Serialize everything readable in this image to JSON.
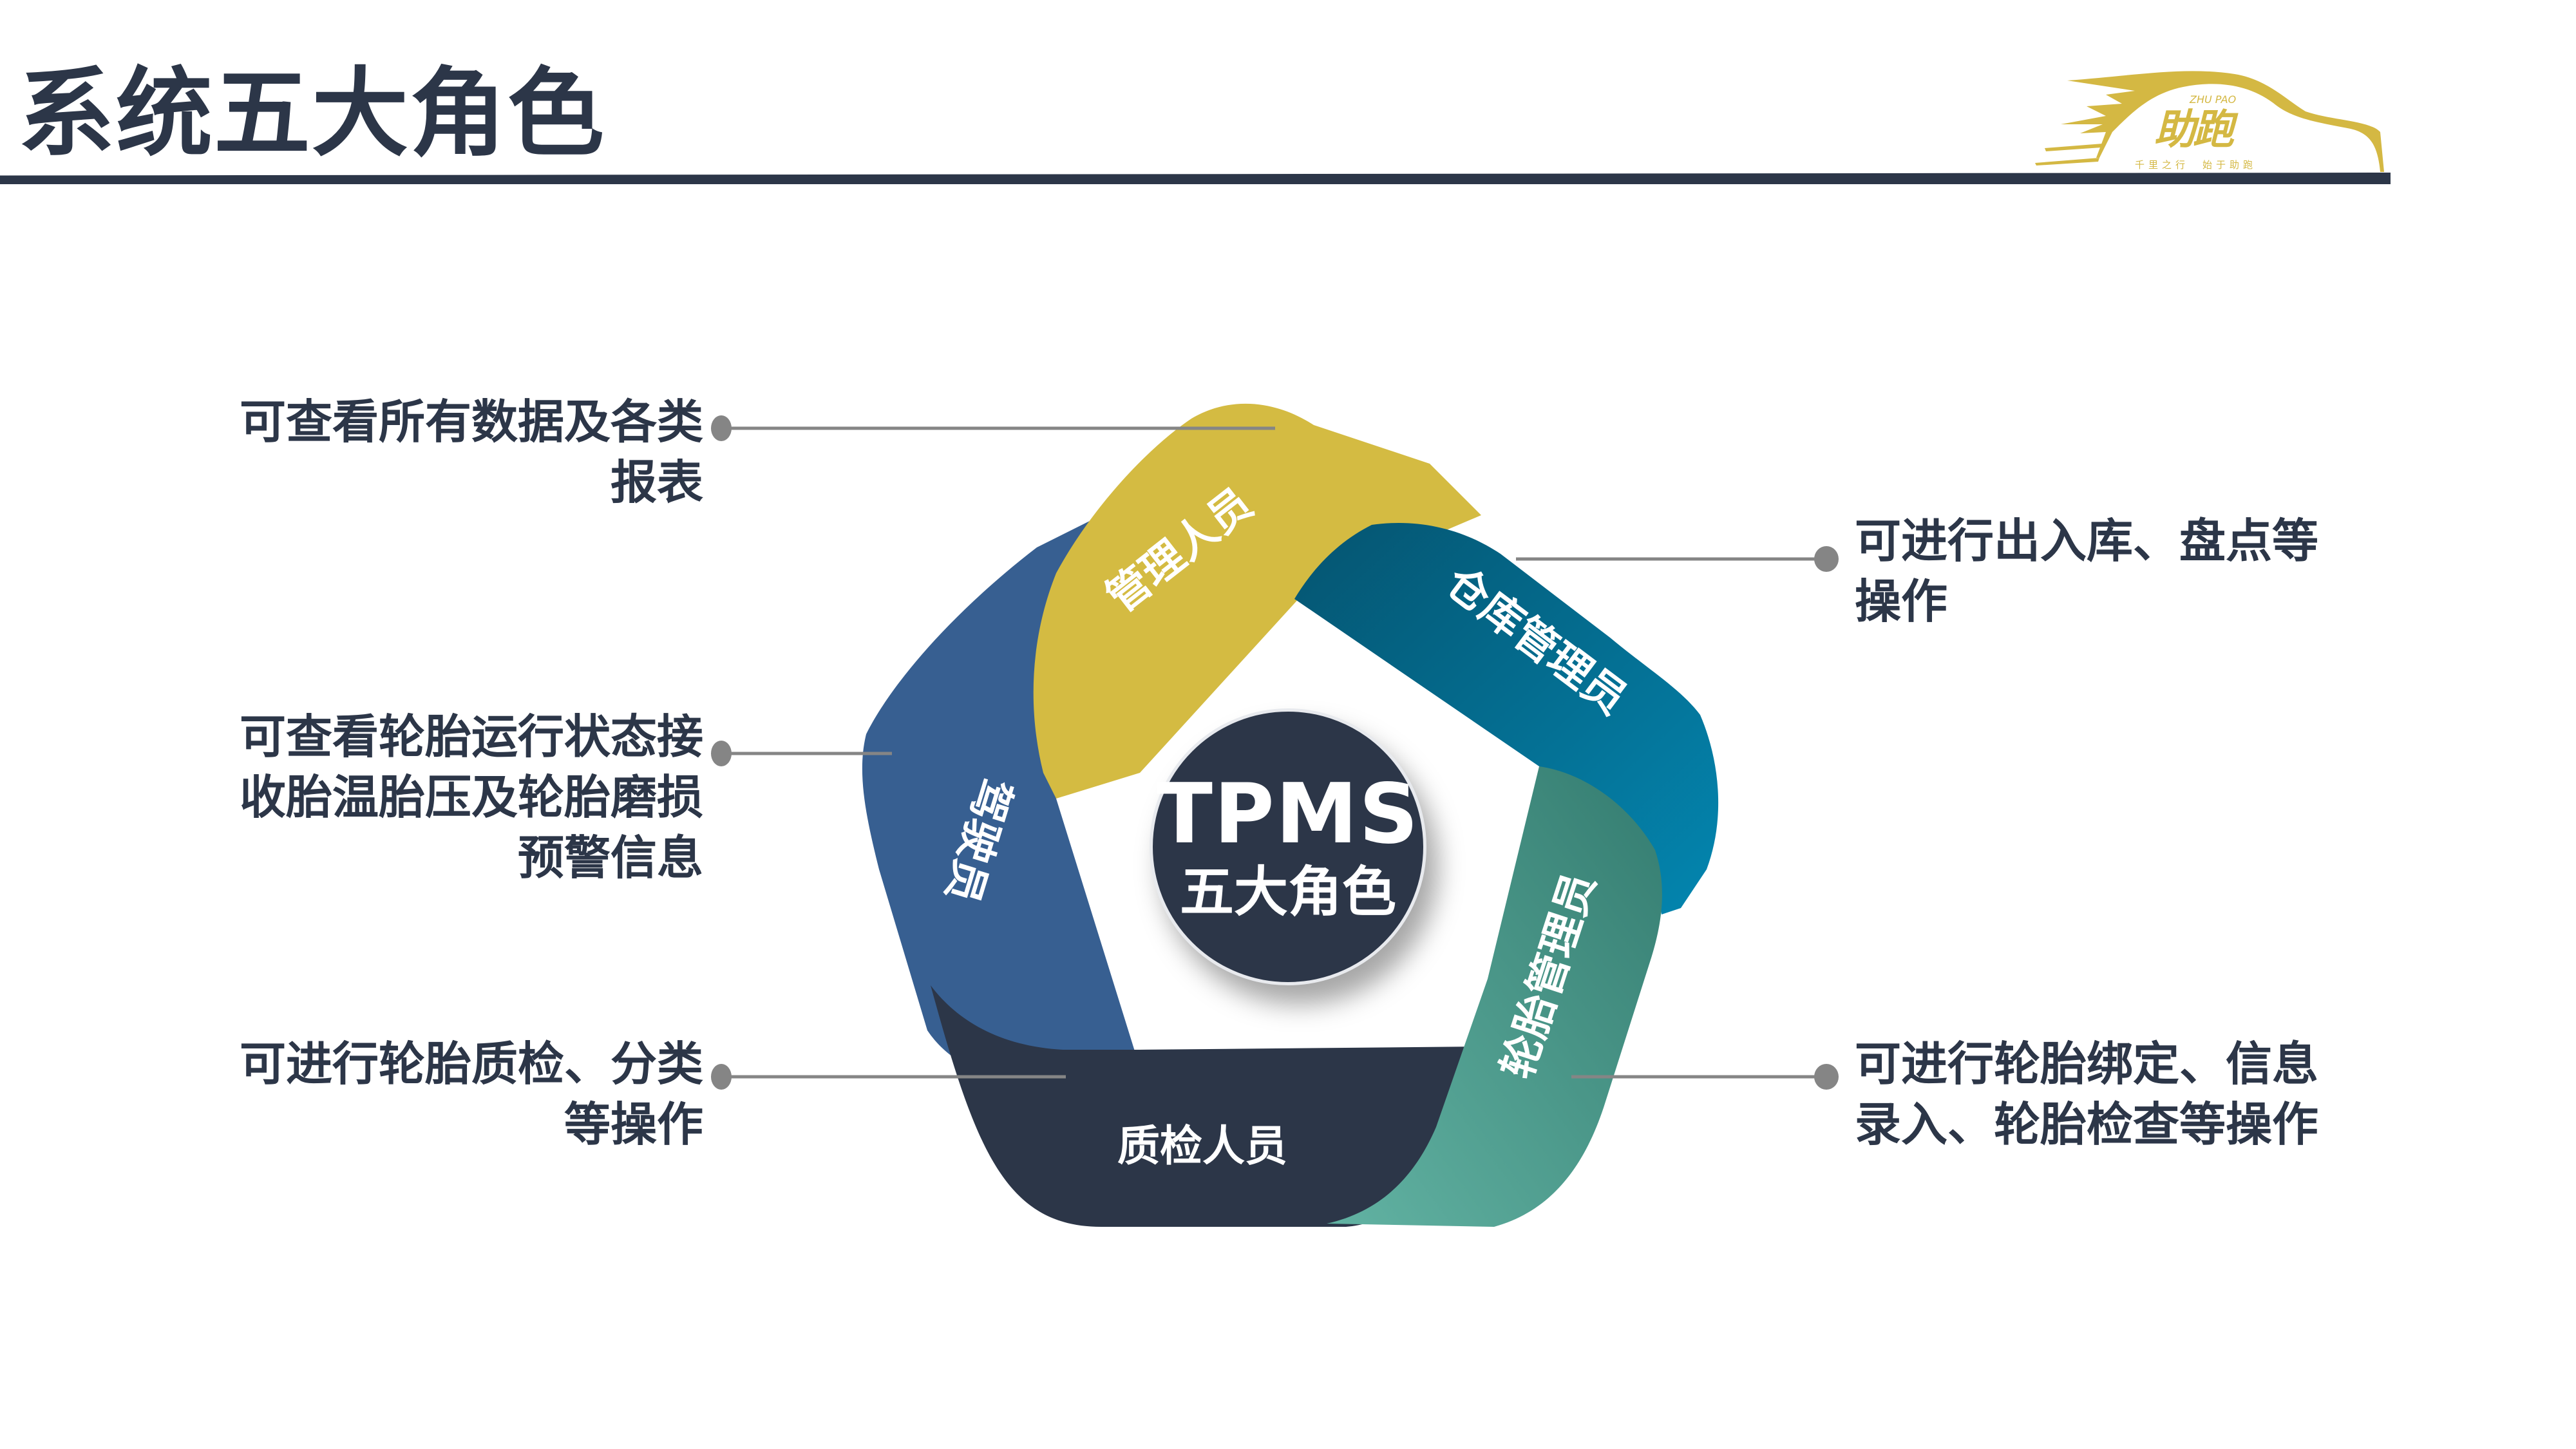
{
  "slide": {
    "title": "系统五大角色"
  },
  "logo": {
    "name_cn": "助跑",
    "name_pinyin": "ZHU PAO",
    "slogan": "千里之行　始于助跑",
    "color": "#d4b843"
  },
  "center": {
    "line1": "TPMS",
    "line2": "五大角色"
  },
  "roles": [
    {
      "id": "manager",
      "label": "管理人员",
      "color": "#d4bb42",
      "description_lines": [
        "可查看所有数据及各类",
        "报表"
      ]
    },
    {
      "id": "warehouse",
      "label": "仓库管理员",
      "color": "#07688a",
      "description_lines": [
        "可进行出入库、盘点等",
        "操作"
      ]
    },
    {
      "id": "tire_admin",
      "label": "轮胎管理员",
      "color": "#4a9a8a",
      "description_lines": [
        "可进行轮胎绑定、信息",
        "录入、轮胎检查等操作"
      ]
    },
    {
      "id": "inspector",
      "label": "质检人员",
      "color": "#2c3648",
      "description_lines": [
        "可进行轮胎质检、分类",
        "等操作"
      ]
    },
    {
      "id": "driver",
      "label": "驾驶员",
      "color": "#375f91",
      "description_lines": [
        "可查看轮胎运行状态接",
        "收胎温胎压及轮胎磨损",
        "预警信息"
      ]
    }
  ],
  "colors": {
    "text": "#2c3648",
    "connector": "#858585",
    "background": "#ffffff"
  }
}
